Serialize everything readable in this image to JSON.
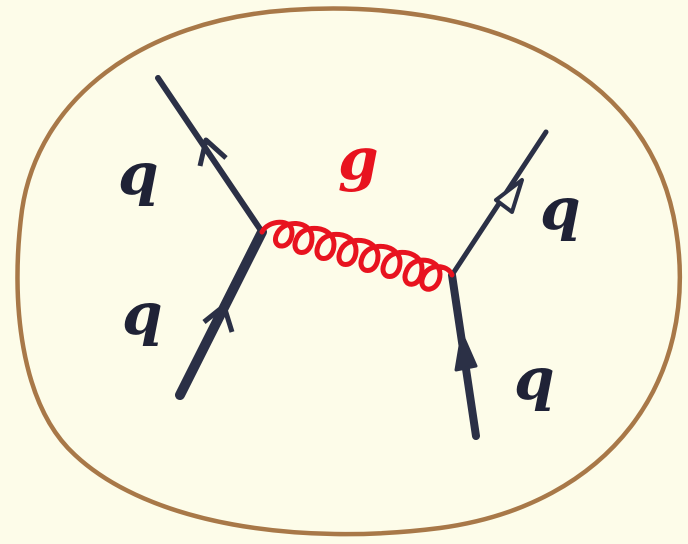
{
  "diagram": {
    "colors": {
      "background": "#fdfce9",
      "border": "#a87848",
      "quark_line": "#2b3046",
      "gluon": "#e8131f",
      "label": "#1f2236"
    },
    "gluon_label": "g",
    "quark_labels": [
      "q",
      "q",
      "q",
      "q"
    ]
  }
}
